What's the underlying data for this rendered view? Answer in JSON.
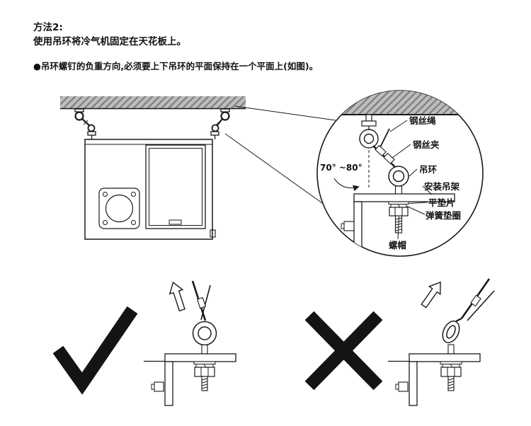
{
  "document": {
    "title": "方法2:",
    "subtitle": "使用吊环将冷气机固定在天花板上。",
    "note": "●吊环螺钉的负重方向,必须要上下吊环的平面保持在一个平面上(如图)。"
  },
  "detail_view": {
    "angle_label": "70° ~80°",
    "labels": {
      "wire_rope": "钢丝绳",
      "wire_clip": "钢丝夹",
      "eye_ring": "吊环",
      "mounting_bracket": "安装吊架",
      "flat_washer": "平垫片",
      "spring_washer": "弹簧垫圈",
      "nut": "螺帽"
    }
  },
  "verdict_marks": {
    "correct": "check-icon",
    "incorrect": "cross-icon"
  },
  "colors": {
    "ink": "#1a1a1a",
    "ceiling_gray": "#bdbdbd",
    "ceiling_hatch": "#7e7e7e",
    "background": "#ffffff"
  }
}
